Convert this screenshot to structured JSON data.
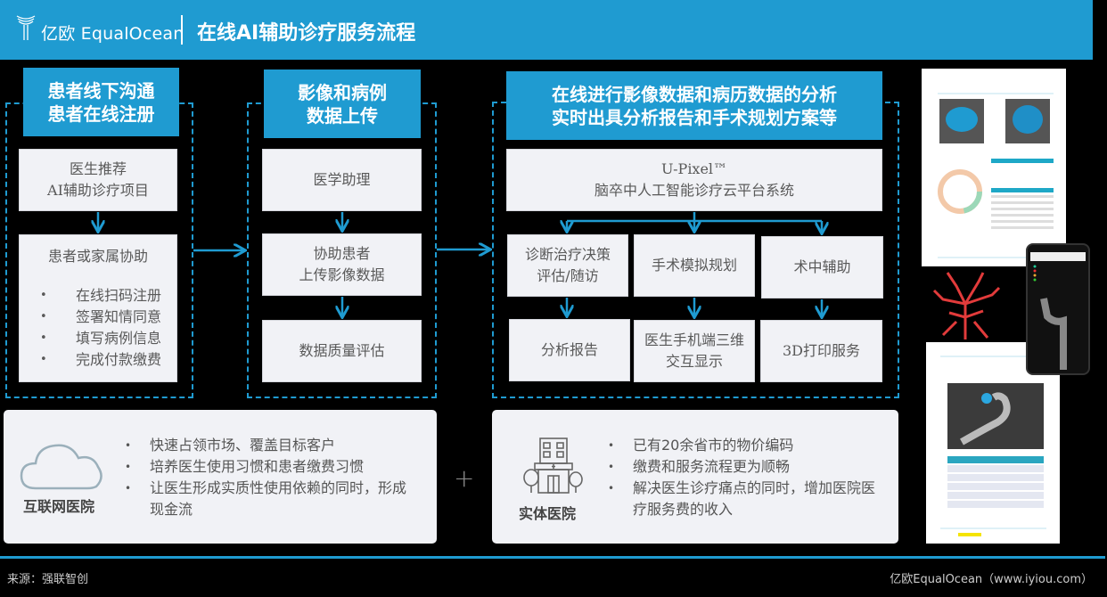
{
  "header": {
    "logo_text": "亿欧 EqualOcean",
    "title": "在线AI辅助诊疗服务流程"
  },
  "colors": {
    "accent": "#1f9bd1",
    "box_bg": "#f1f2f6",
    "text": "#595959",
    "background": "#000000"
  },
  "stages": [
    {
      "heading": [
        "患者线下沟通",
        "患者在线注册"
      ],
      "boxes": [
        {
          "lines": [
            "医生推荐",
            "AI辅助诊疗项目"
          ]
        },
        {
          "lines": [
            "患者或家属协助"
          ],
          "bullets": [
            "在线扫码注册",
            "签署知情同意",
            "填写病例信息",
            "完成付款缴费"
          ]
        }
      ]
    },
    {
      "heading": [
        "影像和病例",
        "数据上传"
      ],
      "boxes": [
        {
          "lines": [
            "医学助理"
          ]
        },
        {
          "lines": [
            "协助患者",
            "上传影像数据"
          ]
        },
        {
          "lines": [
            "数据质量评估"
          ]
        }
      ]
    },
    {
      "heading": [
        "在线进行影像数据和病历数据的分析",
        "实时出具分析报告和手术规划方案等"
      ],
      "platform": {
        "name": "U-Pixel™",
        "desc": "脑卒中人工智能诊疗云平台系统"
      },
      "services": [
        {
          "top": [
            "诊断治疗决策",
            "评估/随访"
          ],
          "bottom": [
            "分析报告"
          ]
        },
        {
          "top": [
            "手术模拟规划"
          ],
          "bottom": [
            "医生手机端三维",
            "交互显示"
          ]
        },
        {
          "top": [
            "术中辅助"
          ],
          "bottom": [
            "3D打印服务"
          ]
        }
      ]
    }
  ],
  "panels": [
    {
      "icon": "cloud-icon",
      "label": "互联网医院",
      "bullets": [
        "快速占领市场、覆盖目标客户",
        "培养医生使用习惯和患者缴费习惯",
        "让医生形成实质性使用依赖的同时，形成",
        "现金流"
      ]
    },
    {
      "icon": "hospital-building-icon",
      "label": "实体医院",
      "bullets": [
        "已有20余省市的物价编码",
        "缴费和服务流程更为顺畅",
        "解决医生诊疗痛点的同时，增加医院医",
        "疗服务费的收入"
      ]
    }
  ],
  "plus_sign": "+",
  "footer": {
    "source": "来源：强联智创",
    "credit": "亿欧EqualOcean（www.iyiou.com）"
  }
}
